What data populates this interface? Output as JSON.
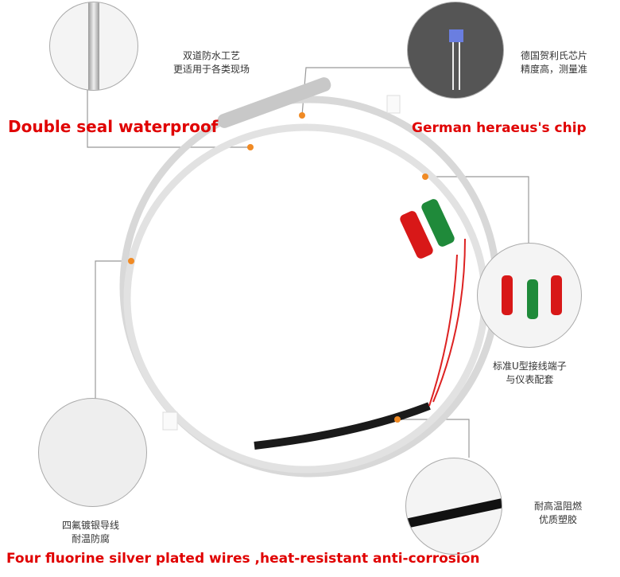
{
  "callouts": {
    "waterproof": {
      "cn_line1": "双道防水工艺",
      "cn_line2": "更适用于各类现场",
      "en": "Double seal waterproof"
    },
    "chip": {
      "cn_line1": "德国贺利氏芯片",
      "cn_line2": "精度高，测量准",
      "en": "German heraeus's chip"
    },
    "terminal": {
      "cn_line1": "标准U型接线端子",
      "cn_line2": "与仪表配套"
    },
    "wire": {
      "cn_line1": "四氟镀银导线",
      "cn_line2": "耐温防腐",
      "en": "Four fluorine silver plated wires ,heat-resistant anti-corrosion"
    },
    "sheath": {
      "cn_line1": "耐高温阻燃",
      "cn_line2": "优质塑胶"
    }
  },
  "colors": {
    "accent": "#e00000",
    "marker": "#f08a24",
    "leader": "#999999"
  }
}
